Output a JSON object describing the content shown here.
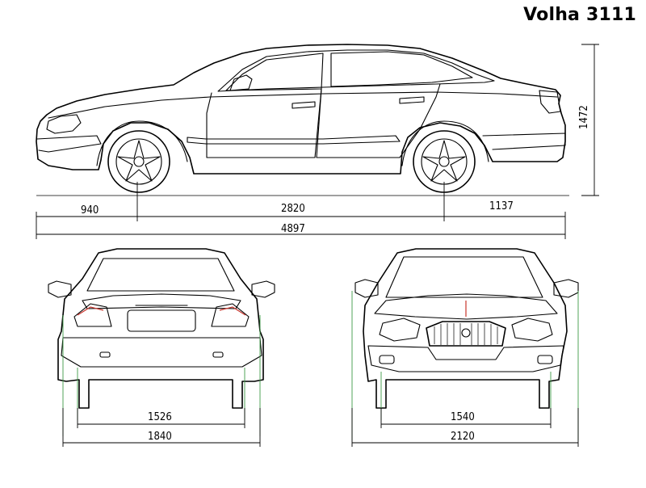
{
  "title": "Volha 3111",
  "dimensions": {
    "front_overhang": "940",
    "wheelbase": "2820",
    "rear_overhang": "1137",
    "overall_length": "4897",
    "height": "1472",
    "rear_track": "1526",
    "rear_width": "1840",
    "front_track": "1540",
    "front_width": "2120"
  },
  "accent_colors": {
    "line": "#000000",
    "light_marker": "#c8342c",
    "datum_line": "#3f9a48"
  }
}
